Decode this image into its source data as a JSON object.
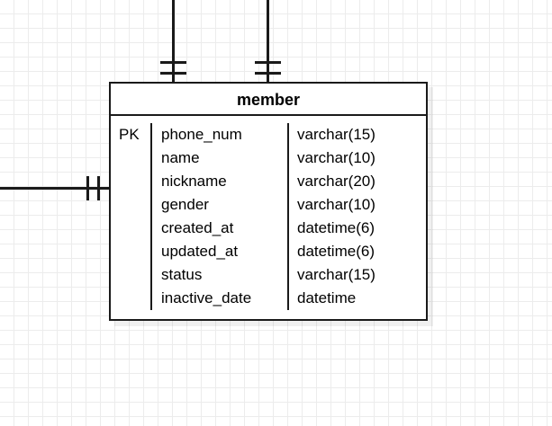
{
  "diagram": {
    "type": "er-diagram",
    "background": "grid",
    "grid_color": "#ececec",
    "line_color": "#1a1a1a"
  },
  "entity": {
    "title": "member",
    "columns": {
      "key_header": "",
      "name_header": "",
      "type_header": ""
    },
    "rows": [
      {
        "key": "PK",
        "name": "phone_num",
        "type": "varchar(15)"
      },
      {
        "key": "",
        "name": "name",
        "type": "varchar(10)"
      },
      {
        "key": "",
        "name": "nickname",
        "type": "varchar(20)"
      },
      {
        "key": "",
        "name": "gender",
        "type": "varchar(10)"
      },
      {
        "key": "",
        "name": "created_at",
        "type": "datetime(6)"
      },
      {
        "key": "",
        "name": "updated_at",
        "type": "datetime(6)"
      },
      {
        "key": "",
        "name": "status",
        "type": "varchar(15)"
      },
      {
        "key": "",
        "name": "inactive_date",
        "type": "datetime"
      }
    ]
  },
  "connectors": [
    {
      "id": "top-left",
      "notation": "one-and-only-one",
      "orientation": "vertical"
    },
    {
      "id": "top-right",
      "notation": "one-and-only-one",
      "orientation": "vertical"
    },
    {
      "id": "left",
      "notation": "one-and-only-one",
      "orientation": "horizontal"
    }
  ]
}
